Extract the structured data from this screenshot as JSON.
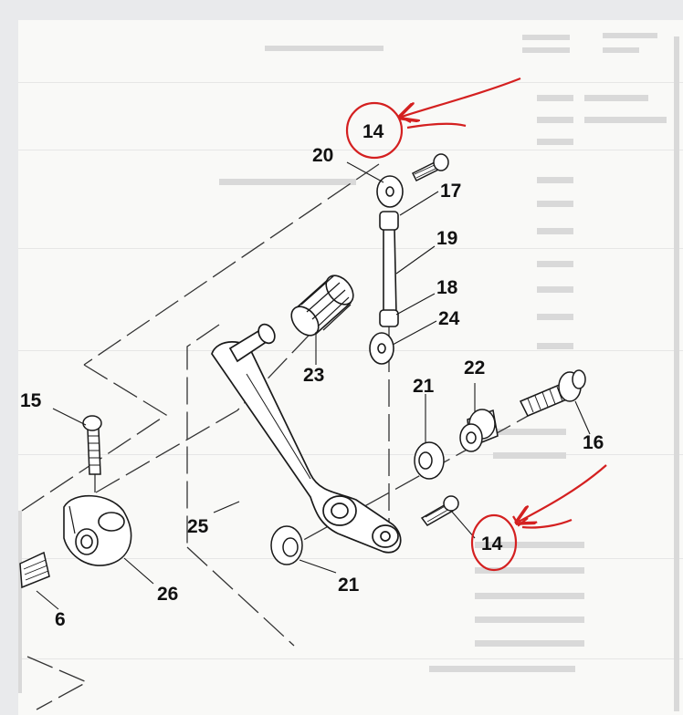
{
  "diagram": {
    "callouts": [
      {
        "id": "c14a",
        "text": "14"
      },
      {
        "id": "c20",
        "text": "20"
      },
      {
        "id": "c17",
        "text": "17"
      },
      {
        "id": "c19",
        "text": "19"
      },
      {
        "id": "c18",
        "text": "18"
      },
      {
        "id": "c24",
        "text": "24"
      },
      {
        "id": "c23",
        "text": "23"
      },
      {
        "id": "c21a",
        "text": "21"
      },
      {
        "id": "c22",
        "text": "22"
      },
      {
        "id": "c16",
        "text": "16"
      },
      {
        "id": "c15",
        "text": "15"
      },
      {
        "id": "c25",
        "text": "25"
      },
      {
        "id": "c14b",
        "text": "14"
      },
      {
        "id": "c21b",
        "text": "21"
      },
      {
        "id": "c26",
        "text": "26"
      },
      {
        "id": "c6",
        "text": "6"
      }
    ],
    "highlight_color": "#d42020",
    "ink_color": "#1a1a1a"
  }
}
